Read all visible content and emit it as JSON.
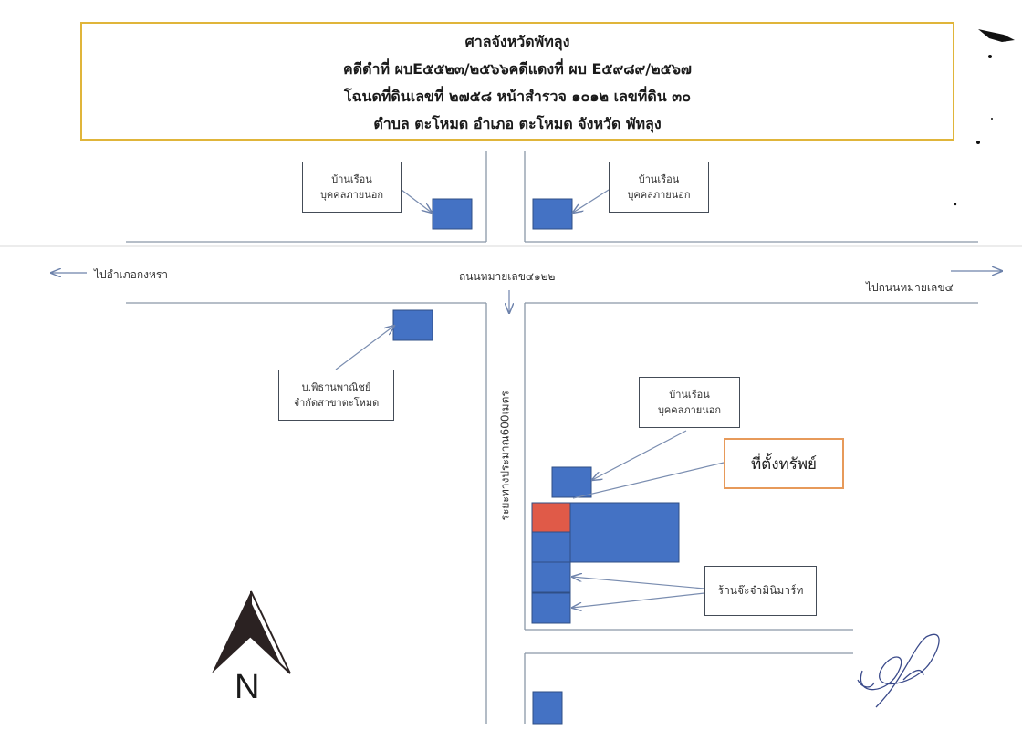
{
  "header": {
    "court": "ศาลจังหวัดพัทลุง",
    "case": "คดีดำที่ ผบE๕๕๒๓/๒๕๖๖คดีแดงที่ ผบ E๕๙๘๙/๒๕๖๗",
    "deed": "โฉนดที่ดินเลขที่ ๒๗๕๘ หน้าสำรวจ   ๑๐๑๒  เลขที่ดิน  ๓๐",
    "location": "ตำบล  ตะโหมด  อำเภอ   ตะโหมด   จังหวัด   พัทลุง"
  },
  "roads": {
    "to_kong_ra": "ไปอำเภอกงหรา",
    "highway_4122": "ถนนหมายเลข๔๑๒๒",
    "to_highway_4": "ไปถนนหมายเลข๔",
    "distance": "ระยะทางประมาณ600เมตร"
  },
  "labels": {
    "house_top_left": [
      "บ้านเรือน",
      "บุคคลภายนอก"
    ],
    "house_top_right": [
      "บ้านเรือน",
      "บุคคลภายนอก"
    ],
    "company": [
      "บ.พิธานพาณิชย์",
      "จำกัดสาขาตะโหมด"
    ],
    "house_middle_right": [
      "บ้านเรือน",
      "บุคคลภายนอก"
    ],
    "property": "ที่ตั้งทรัพย์",
    "shop": "ร้านจ๊ะจ๋ามินิมาร์ท"
  },
  "compass": {
    "label": "N"
  },
  "colors": {
    "building": "#4472c4",
    "building_stroke": "#2f4f86",
    "property_marker": "#e05a48",
    "title_border": "#e0b53a",
    "property_border": "#e79a5a",
    "road_line": "#8a98a8",
    "arrow": "#7a8db0"
  }
}
